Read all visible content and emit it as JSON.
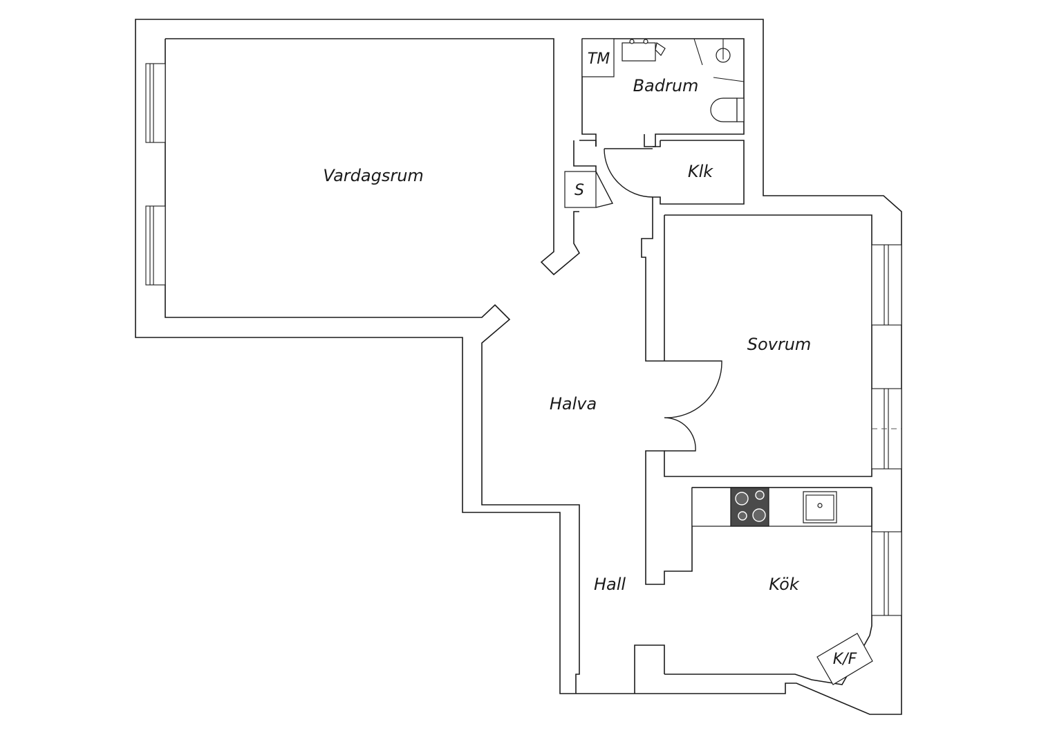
{
  "floorplan": {
    "rooms": [
      {
        "id": "vardagsrum",
        "label": "Vardagsrum"
      },
      {
        "id": "badrum",
        "label": "Badrum"
      },
      {
        "id": "tm",
        "label": "TM"
      },
      {
        "id": "klk",
        "label": "Klk"
      },
      {
        "id": "s",
        "label": "S"
      },
      {
        "id": "sovrum",
        "label": "Sovrum"
      },
      {
        "id": "halva",
        "label": "Halva"
      },
      {
        "id": "hall",
        "label": "Hall"
      },
      {
        "id": "kok",
        "label": "Kök"
      },
      {
        "id": "kf",
        "label": "K/F"
      }
    ]
  }
}
